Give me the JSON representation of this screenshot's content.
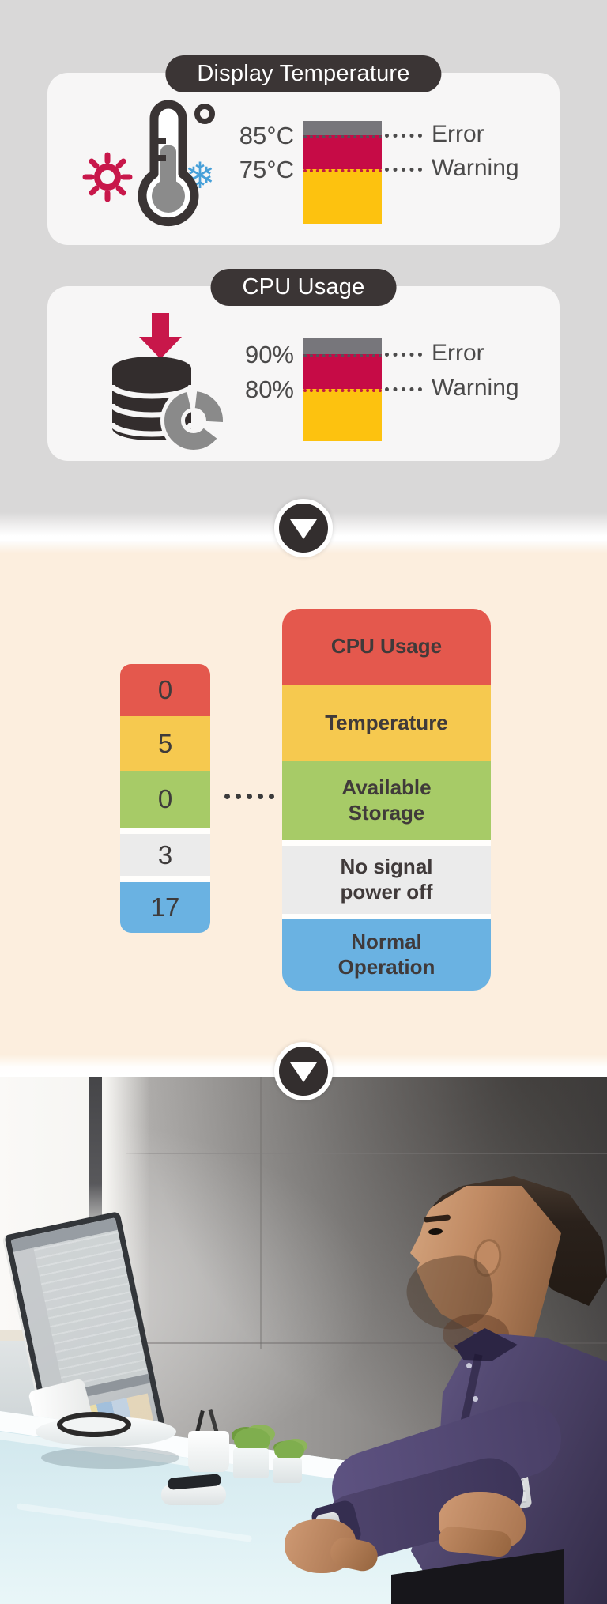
{
  "cards": {
    "temperature": {
      "title": "Display Temperature",
      "thresholds": [
        {
          "value": "85°C",
          "label": "Error"
        },
        {
          "value": "75°C",
          "label": "Warning"
        }
      ]
    },
    "cpu": {
      "title": "CPU Usage",
      "thresholds": [
        {
          "value": "90%",
          "label": "Error"
        },
        {
          "value": "80%",
          "label": "Warning"
        }
      ]
    }
  },
  "status_table": {
    "rows": [
      {
        "count": "0",
        "label": "CPU Usage",
        "lines": [
          "CPU Usage"
        ],
        "color": "#e4584d"
      },
      {
        "count": "5",
        "label": "Temperature",
        "lines": [
          "Temperature"
        ],
        "color": "#f6c94f"
      },
      {
        "count": "0",
        "label": "Available Storage",
        "lines": [
          "Available",
          "Storage"
        ],
        "color": "#a7cb67"
      },
      {
        "count": "3",
        "label": "No signal power off",
        "lines": [
          "No signal",
          "power off"
        ],
        "color": "#ebebeb"
      },
      {
        "count": "17",
        "label": "Normal Operation",
        "lines": [
          "Normal",
          "Operation"
        ],
        "color": "#6ab2e2"
      }
    ]
  },
  "colors": {
    "page_background": "#d9d8d8",
    "card_background": "#f7f6f6",
    "pill_background": "#3b3535",
    "peach_background": "#fceede",
    "bar_error_zone": "#77767b",
    "bar_warning_zone": "#c60b46",
    "bar_normal_zone": "#fdc20f",
    "accent_red": "#c8174a",
    "accent_blue": "#47a0d9",
    "arrow_circle": "#332e2e"
  },
  "photo": {
    "alt": "Man in a purple shirt working at a desktop monitor in an office"
  }
}
